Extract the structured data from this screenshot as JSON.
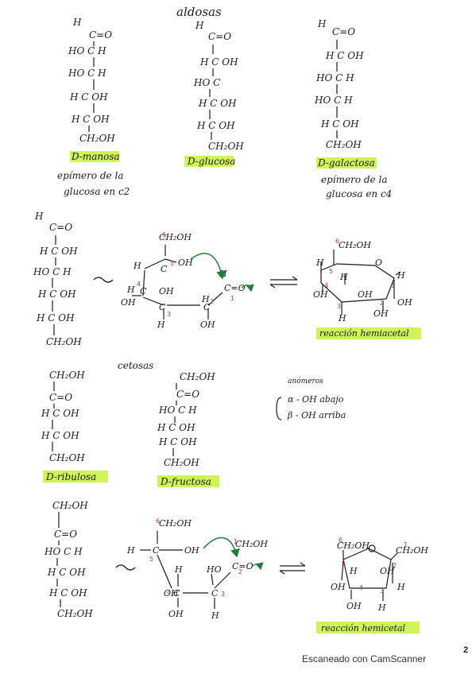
{
  "colors": {
    "highlight": "#c6f23a",
    "ink": "#1a1a1a",
    "red_numbers": "#c0392b",
    "arrow": "#1e7d3a"
  },
  "headings": {
    "aldosas": "aldosas",
    "cetosas": "cetosas"
  },
  "aldoses": {
    "mannose": {
      "lines": [
        "H",
        "C=O",
        "HO C H",
        "HO C H",
        "H C OH",
        "H C OH",
        "CH₂OH"
      ],
      "label": "D-manosa",
      "note1": "epímero de la",
      "note2": "glucosa en c2"
    },
    "glucose": {
      "lines": [
        "H",
        "C=O",
        "H C OH",
        "HO C",
        "H C OH",
        "H C OH",
        "CH₂OH"
      ],
      "label": "D-glucosa"
    },
    "galactose": {
      "lines": [
        "H",
        "C=O",
        "H C OH",
        "HO C H",
        "HO C H",
        "H C OH",
        "CH₂OH"
      ],
      "label": "D-galactosa",
      "note1": "epímero de la",
      "note2": "glucosa en c4"
    }
  },
  "glucose_reaction": {
    "open_chain": [
      "H",
      "C=O",
      "H C OH",
      "HO C H",
      "H C OH",
      "H C OH",
      "CH₂OH"
    ],
    "label": "reacción hemiacetal"
  },
  "ketoses": {
    "ribulose": {
      "lines": [
        "CH₂OH",
        "C=O",
        "H C OH",
        "H C OH",
        "CH₂OH"
      ],
      "label": "D-ribulosa"
    },
    "fructose": {
      "lines": [
        "CH₂OH",
        "C=O",
        "HO C H",
        "H C OH",
        "H C OH",
        "CH₂OH"
      ],
      "label": "D-fructosa"
    }
  },
  "anomers": {
    "title": "anómeros",
    "alpha": "α - OH abajo",
    "beta": "β - OH arriba"
  },
  "fructose_reaction": {
    "open_chain": [
      "CH₂OH",
      "C=O",
      "HO C H",
      "H C OH",
      "H C OH",
      "CH₂OH"
    ],
    "label": "reacción hemicetal"
  },
  "footer": {
    "scanner": "Escaneado con CamScanner",
    "page_number": "2"
  }
}
